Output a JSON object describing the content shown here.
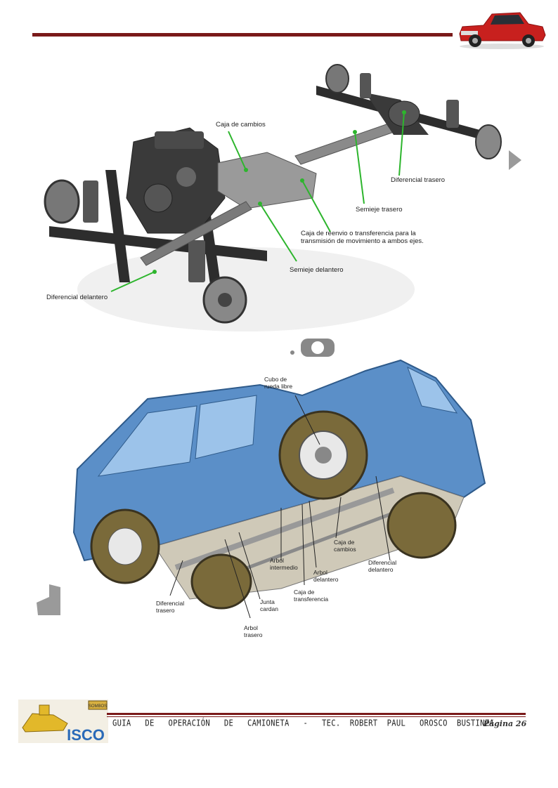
{
  "diagram1": {
    "labels": {
      "caja_cambios": "Caja de cambios",
      "diferencial_trasero": "Diferencial trasero",
      "semieje_trasero": "Semieje trasero",
      "caja_reenvio": "Caja de reenvio o transferencia para la\ntransmisión de movimiento a ambos ejes.",
      "semieje_delantero": "Semieje delantero",
      "diferencial_delantero": "Diferencial delantero"
    }
  },
  "diagram2": {
    "labels": {
      "cubo_rueda": "Cubo de\nrueda libre",
      "caja_cambios": "Caja de\ncambios",
      "diferencial_delantero": "Diferencial\ndelantero",
      "arbol_intermedio": "Arbol\nintermedio",
      "arbol_delantero": "Arbol\ndelantero",
      "caja_transferencia": "Caja de\ntransferencia",
      "diferencial_trasero": "Diferencial\ntrasero",
      "junta_cardan": "Junta\ncardan",
      "arbol_trasero": "Arbol\ntrasero"
    }
  },
  "logo": {
    "badge_text": "ISCO",
    "small_badge": "SOMBOS"
  },
  "footer": {
    "text": "GUIA   DE   OPERACIÓN   DE   CAMIONETA   -   TEC.  ROBERT  PAUL   OROSCO  BUSTINZA",
    "page": "Página 26"
  },
  "colors": {
    "rule": "#7a1a1a",
    "leader": "#2db52d",
    "truck_red": "#c8201e",
    "car_blue": "#5b8fc8"
  }
}
